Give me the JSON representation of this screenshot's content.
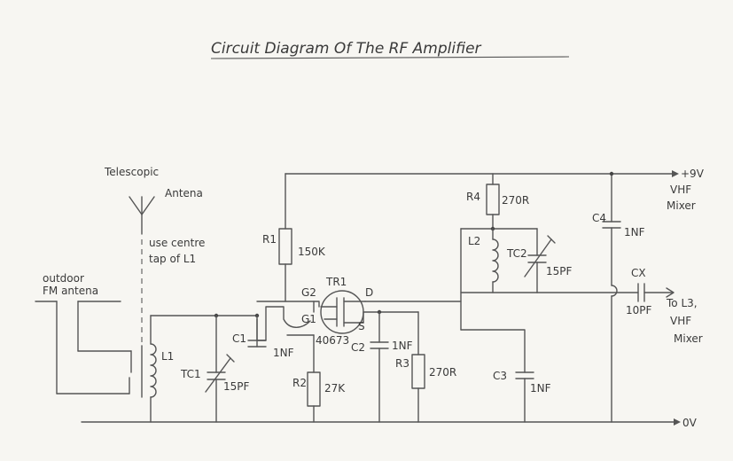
{
  "title": "Circuit Diagram Of The RF Amplifier",
  "labels": {
    "telescopic_line1": "Telescopic",
    "telescopic_line2": "Antena",
    "use_centre_line1": "use centre",
    "use_centre_line2": "tap of L1",
    "outdoor_line1": "outdoor",
    "outdoor_line2": "FM antena",
    "plus9v": "+9V",
    "vhf_mixer_top_1": "VHF",
    "vhf_mixer_top_2": "Mixer",
    "to_l3": "To L3,",
    "vhf_mixer_out_1": "VHF",
    "vhf_mixer_out_2": "Mixer",
    "zero_v": "0V"
  },
  "components": {
    "L1": "L1",
    "TC1": "TC1",
    "TC1_value": "15PF",
    "C1": "C1",
    "C1_value": "1NF",
    "R1": "R1",
    "R1_value": "150K",
    "R2": "R2",
    "R2_value": "27K",
    "TR1": "TR1",
    "TR1_part": "40673",
    "G1": "G1",
    "G2": "G2",
    "D": "D",
    "S": "S",
    "C2": "C2",
    "C2_value": "1NF",
    "R3": "R3",
    "R3_value": "270R",
    "R4": "R4",
    "R4_value": "270R",
    "L2": "L2",
    "TC2": "TC2",
    "TC2_value": "15PF",
    "C3": "C3",
    "C3_value": "1NF",
    "C4": "C4",
    "C4_value": "1NF",
    "CX": "CX",
    "CX_value": "10PF"
  }
}
